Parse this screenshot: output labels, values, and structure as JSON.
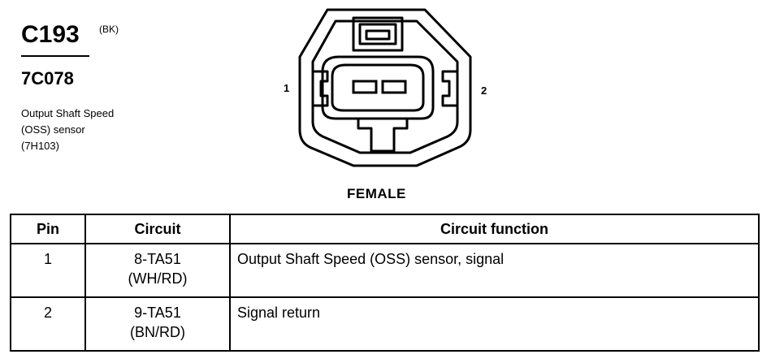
{
  "header": {
    "connector_id": "C193",
    "connector_color": "(BK)",
    "part_number": "7C078",
    "description_lines": [
      "Output Shaft Speed",
      "(OSS) sensor",
      "(7H103)"
    ]
  },
  "diagram": {
    "pin_left_label": "1",
    "pin_right_label": "2",
    "gender": "FEMALE"
  },
  "table": {
    "headers": {
      "pin": "Pin",
      "circuit": "Circuit",
      "function": "Circuit function"
    },
    "rows": [
      {
        "pin": "1",
        "circuit": "8-TA51",
        "wire": "(WH/RD)",
        "function": "Output Shaft Speed (OSS) sensor, signal"
      },
      {
        "pin": "2",
        "circuit": "9-TA51",
        "wire": "(BN/RD)",
        "function": "Signal return"
      }
    ]
  }
}
